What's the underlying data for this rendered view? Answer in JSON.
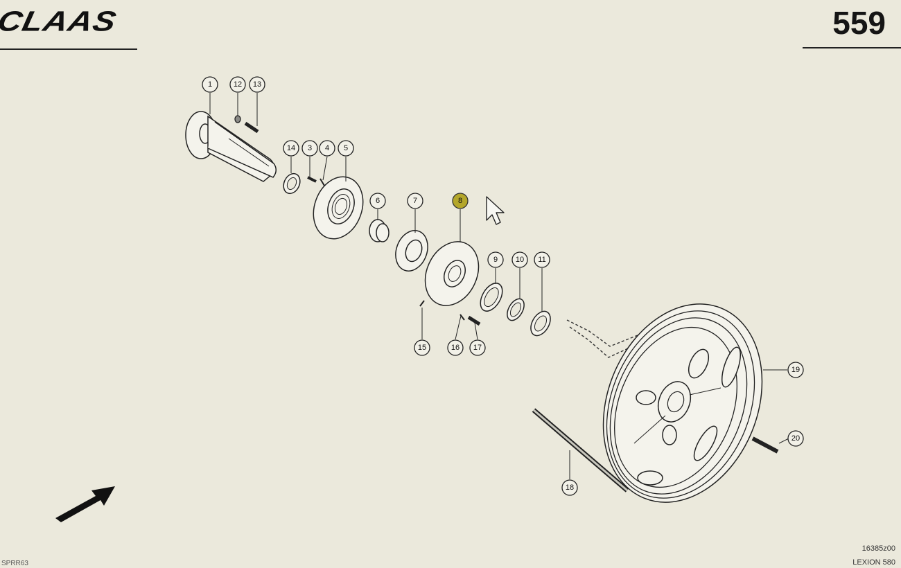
{
  "header": {
    "brand": "CLAAS",
    "page_number": "559"
  },
  "footer": {
    "ref_code": "16385z00",
    "model": "LEXION 580",
    "corner_text": "SPRR63"
  },
  "callouts": [
    "1",
    "12",
    "13",
    "14",
    "3",
    "4",
    "5",
    "6",
    "7",
    "8",
    "9",
    "10",
    "11",
    "15",
    "16",
    "17",
    "19",
    "20",
    "18"
  ],
  "highlighted_callout": "8",
  "colors": {
    "background": "#ebe9dc",
    "line": "#222222",
    "highlight": "#b4a72b"
  }
}
